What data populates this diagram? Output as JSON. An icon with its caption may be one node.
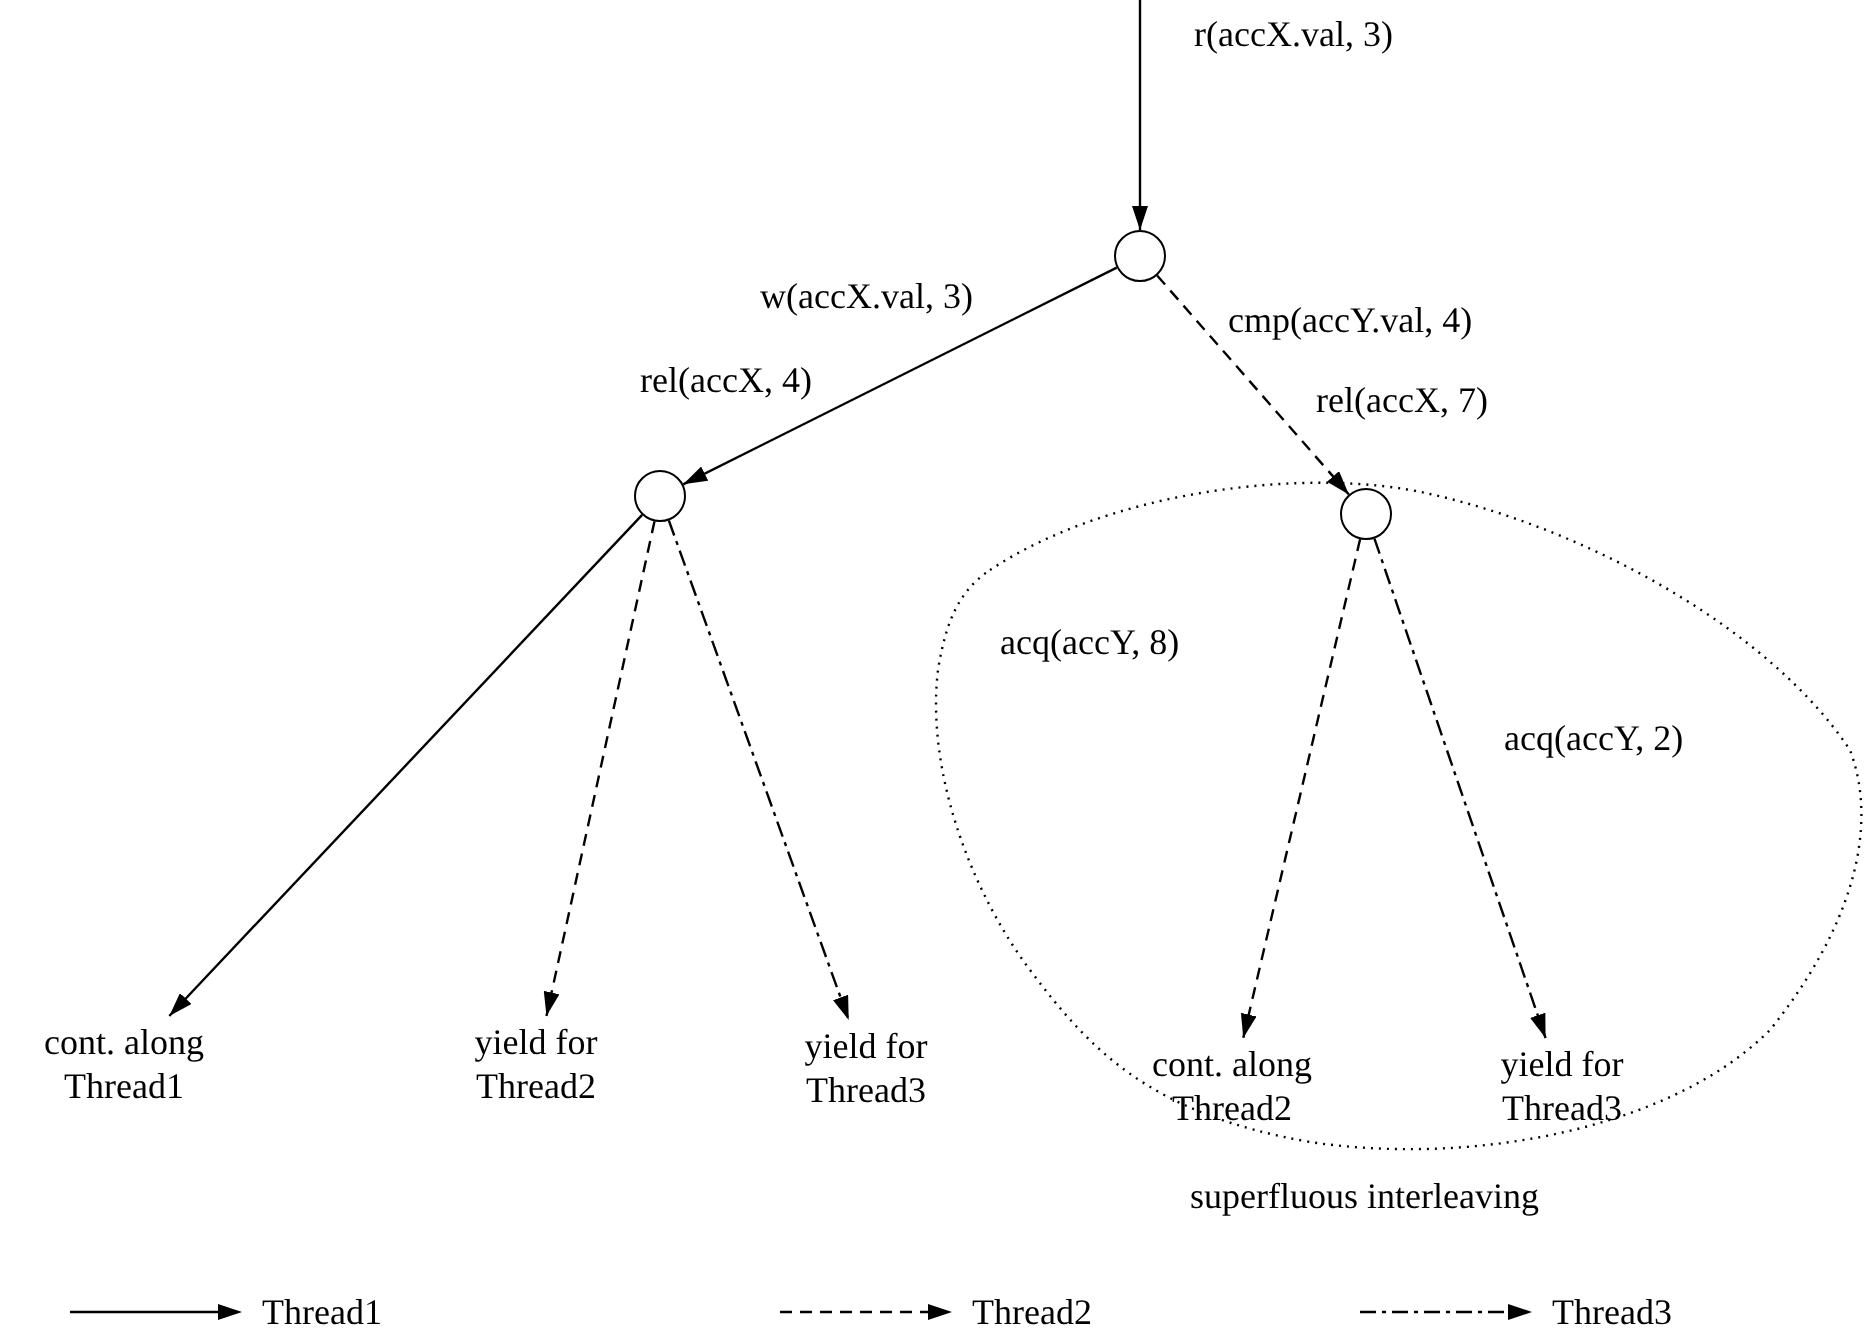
{
  "diagram": {
    "nodes": [
      {
        "text": [],
        "shape": "circle"
      },
      {
        "text": [],
        "shape": "circle"
      },
      {
        "text": [
          "superfluous interleaving"
        ]
      },
      {
        "text": [],
        "shape": "circle",
        "in": 2
      },
      {
        "text": [
          "cont. along Thread1"
        ]
      },
      {
        "text": [
          "yield for Thread2"
        ]
      },
      {
        "text": [
          "yield for Thread3"
        ]
      },
      {
        "text": [
          "cont. along Thread2"
        ],
        "in": 2
      },
      {
        "text": [
          "yield for Thread3"
        ],
        "in": 2
      }
    ],
    "edges": [
      {
        "from": null,
        "to": 0,
        "arrow": "to",
        "label": "r(accX.val, 3)"
      },
      {
        "from": 0,
        "to": 1,
        "arrow": "to",
        "label": "w(accX.val, 3) rel(accX, 4)"
      },
      {
        "from": 0,
        "to": 3,
        "arrow": "to",
        "style": "dashed",
        "label": "cmp(accY.val, 4) rel(accX, 7)"
      },
      {
        "from": 1,
        "to": 4,
        "arrow": "to"
      },
      {
        "from": 1,
        "to": 5,
        "arrow": "to",
        "style": "dashed"
      },
      {
        "from": 1,
        "to": 6,
        "arrow": "to",
        "style": "dashed"
      },
      {
        "from": 3,
        "to": 7,
        "arrow": "to",
        "style": "dashed",
        "label": "acq(accY, 8)"
      },
      {
        "from": 3,
        "to": 8,
        "arrow": "to",
        "style": "dashed",
        "label": "acq(accY, 2)"
      }
    ],
    "legend": [
      {
        "text": "Thread1"
      },
      {
        "text": "Thread2"
      },
      {
        "text": "Thread3"
      }
    ]
  }
}
